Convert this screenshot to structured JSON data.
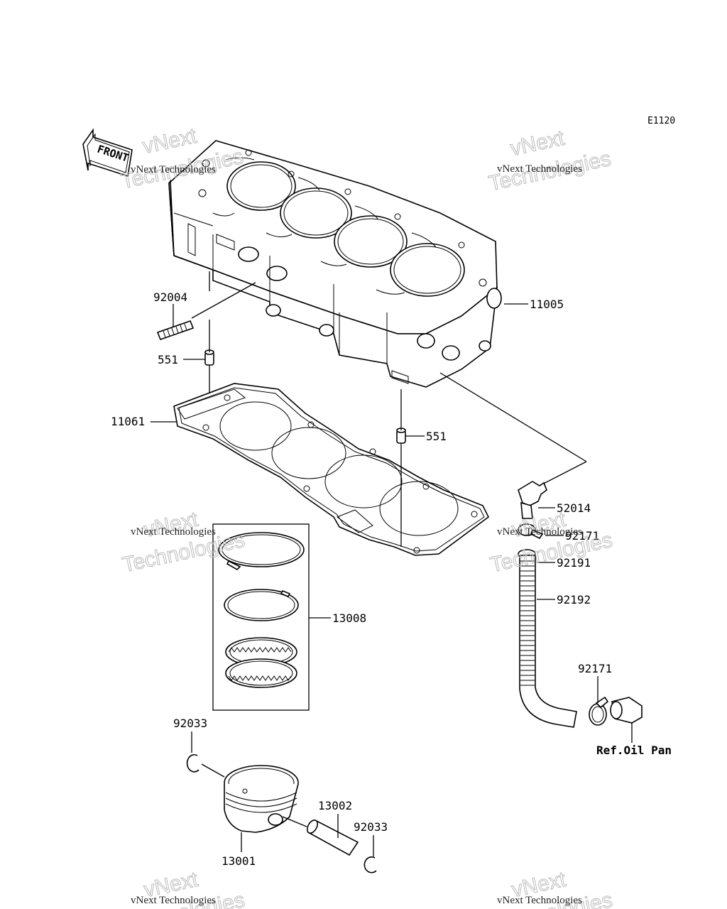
{
  "diagram_code": "E1120",
  "front_label": "FRONT",
  "watermark": {
    "line1": "vNext",
    "line2": "Technologies",
    "caption": "vNext Technologies"
  },
  "parts": {
    "p11005": "11005",
    "p92004": "92004",
    "p551a": "551",
    "p11061": "11061",
    "p551b": "551",
    "p52014": "52014",
    "p92171a": "92171",
    "p92191": "92191",
    "p92192": "92192",
    "p92171b": "92171",
    "p13008": "13008",
    "p92033a": "92033",
    "p13002": "13002",
    "p92033b": "92033",
    "p13001": "13001"
  },
  "reference": "Ref.Oil Pan"
}
